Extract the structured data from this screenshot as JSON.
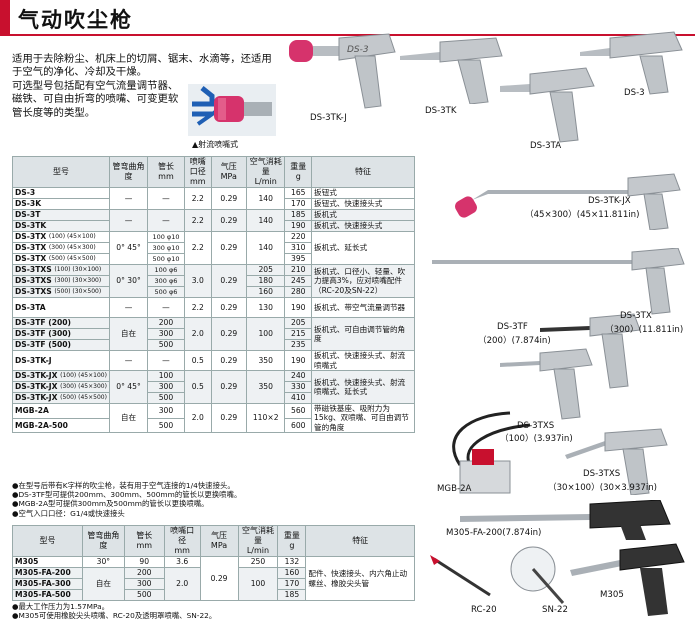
{
  "title": "气动吹尘枪",
  "intro": {
    "paragraph1": "适用于去除粉尘、机床上的切屑、锯末、水滴等，还适用于空气的净化、冷却及干燥。",
    "paragraph2": "可选型号包括配有空气流量调节器、磁铁、可自由折弯的喷嘴、可变更软管长度等的类型。",
    "nozzle_caption": "▲射流喷嘴式"
  },
  "table1": {
    "headers": {
      "model": "型号",
      "bend": "管弯曲角度",
      "length": "管长",
      "length_unit": "mm",
      "nozzle": "喷嘴口径",
      "nozzle_unit": "mm",
      "pressure": "气压",
      "pressure_unit": "MPa",
      "air": "空气消耗量",
      "air_unit": "L/min",
      "weight": "重量",
      "weight_unit": "g",
      "features": "特征"
    },
    "rows": [
      {
        "model": "DS-3",
        "weight": "165",
        "feature": "扳钮式"
      },
      {
        "model": "DS-3K",
        "weight": "170",
        "feature": "扳钮式、快速接头式"
      },
      {
        "model": "DS-3T",
        "weight": "185",
        "feature": "扳机式"
      },
      {
        "model": "DS-3TK",
        "weight": "190",
        "feature": "扳机式、快速接头式"
      },
      {
        "model": "DS-3TX",
        "size": "(100) (45×100)",
        "len": "100 φ10",
        "weight": "220"
      },
      {
        "model": "DS-3TX",
        "size": "(300) (45×300)",
        "len": "300 φ10",
        "weight": "310"
      },
      {
        "model": "DS-3TX",
        "size": "(500) (45×500)",
        "len": "500 φ10",
        "weight": "395"
      },
      {
        "model": "DS-3TXS",
        "size": "(100) (30×100)",
        "len": "100 φ6",
        "air": "205",
        "weight": "210"
      },
      {
        "model": "DS-3TXS",
        "size": "(300) (30×300)",
        "len": "300 φ6",
        "air": "180",
        "weight": "245"
      },
      {
        "model": "DS-3TXS",
        "size": "(500) (30×500)",
        "len": "500 φ6",
        "air": "160",
        "weight": "280"
      },
      {
        "model": "DS-3TA",
        "weight": "190"
      },
      {
        "model": "DS-3TF (200)",
        "len": "200",
        "weight": "205"
      },
      {
        "model": "DS-3TF (300)",
        "len": "300",
        "weight": "215"
      },
      {
        "model": "DS-3TF (500)",
        "len": "500",
        "weight": "235"
      },
      {
        "model": "DS-3TK-J",
        "weight": "190"
      },
      {
        "model": "DS-3TK-JX",
        "size": "(100) (45×100)",
        "len": "100",
        "weight": "240"
      },
      {
        "model": "DS-3TK-JX",
        "size": "(300) (45×300)",
        "len": "300",
        "weight": "330"
      },
      {
        "model": "DS-3TK-JX",
        "size": "(500) (45×500)",
        "len": "500",
        "weight": "410"
      },
      {
        "model": "MGB-2A",
        "len": "300",
        "weight": "560"
      },
      {
        "model": "MGB-2A-500",
        "len": "500",
        "weight": "600"
      }
    ],
    "groups": {
      "dash": "—",
      "ds3_nozzle": "2.2",
      "ds3_pressure": "0.29",
      "ds3_air": "140",
      "ds3t_nozzle": "2.2",
      "ds3t_pressure": "0.29",
      "ds3t_air": "140",
      "tx_bend": "0° 45°",
      "tx_nozzle": "2.2",
      "tx_pressure": "0.29",
      "tx_air": "140",
      "tx_feature": "扳机式、延长式",
      "txs_bend": "0° 30°",
      "txs_nozzle": "3.0",
      "txs_pressure": "0.29",
      "txs_feature": "扳机式、口径小、轻量、吹力提高3%，应对喷嘴配件（RC-20及SN-22）",
      "ta_nozzle": "2.2",
      "ta_pressure": "0.29",
      "ta_air": "130",
      "ta_feature": "扳机式、带空气流量调节器",
      "tf_bend": "自在",
      "tf_nozzle": "2.0",
      "tf_pressure": "0.29",
      "tf_air": "100",
      "tf_feature": "扳机式、可自由调节管的角度",
      "tkj_nozzle": "0.5",
      "tkj_pressure": "0.29",
      "tkj_air": "350",
      "tkj_feature": "扳机式、快速接头式、射流喷嘴式",
      "tkjx_bend": "0° 45°",
      "tkjx_nozzle": "0.5",
      "tkjx_pressure": "0.29",
      "tkjx_air": "350",
      "tkjx_feature": "扳机式、快速接头式、射流喷嘴式、延长式",
      "mgb_bend": "自在",
      "mgb_nozzle": "2.0",
      "mgb_pressure": "0.29",
      "mgb_air": "110×2",
      "mgb_feature": "带磁铁基座、吸附力为15kg、双喷嘴、可自由调节管的角度"
    }
  },
  "notes1": [
    "●在型号后带有K字样的吹尘枪，装有用于空气连接的1/4快速接头。",
    "●DS-3TF型可提供200mm、300mm、500mm的管长以更换喷嘴。",
    "●MGB-2A型可提供300mm及500mm的管长以更换喷嘴。",
    "●空气入口口径：G1/4或快速接头"
  ],
  "table2": {
    "headers": {
      "model": "型号",
      "bend": "管弯曲角度",
      "length": "管长",
      "length_unit": "mm",
      "nozzle": "喷嘴口径",
      "nozzle_unit": "mm",
      "pressure": "气压",
      "pressure_unit": "MPa",
      "air": "空气消耗量",
      "air_unit": "L/min",
      "weight": "重量",
      "weight_unit": "g",
      "features": "特征"
    },
    "rows": [
      {
        "model": "M305",
        "bend": "30°",
        "len": "90",
        "nozzle": "3.6",
        "air": "250",
        "weight": "132"
      },
      {
        "model": "M305-FA-200",
        "len": "200",
        "weight": "160"
      },
      {
        "model": "M305-FA-300",
        "len": "300",
        "weight": "170"
      },
      {
        "model": "M305-FA-500",
        "len": "500",
        "weight": "185"
      }
    ],
    "fa_bend": "自在",
    "fa_nozzle": "2.0",
    "pressure": "0.29",
    "fa_air": "100",
    "feature": "配件、快速接头、内六角止动螺丝、橡胶尖头管"
  },
  "notes2": [
    "●最大工作压力为1.57MPa。",
    "●M305可使用橡胶尖头喷嘴、RC-20及透明罩喷嘴、SN-22。"
  ],
  "product_labels": {
    "ds3tkj": "DS-3TK-J",
    "ds3tk": "DS-3TK",
    "ds3": "DS-3",
    "ds3ta": "DS-3TA",
    "ds3tkjx": "DS-3TK-JX",
    "ds3tkjx_size": "（45×300）(45×11.811in)",
    "ds3tx": "DS-3TX",
    "ds3tx_size": "（300）(11.811in)",
    "ds3tf": "DS-3TF",
    "ds3tf_size": "（200）(7.874in)",
    "ds3txs": "DS-3TXS",
    "ds3txs_size": "（100）(3.937in)",
    "ds3txs2": "DS-3TXS",
    "ds3txs2_size": "（30×100）(30×3.937in)",
    "mgb": "MGB-2A",
    "m305fa": "M305-FA-200(7.874in)",
    "rc20": "RC-20",
    "sn22": "SN-22",
    "m305": "M305",
    "brand_mark": "DS-3"
  },
  "colors": {
    "accent": "#c8102e",
    "nozzle_pink": "#d6336c",
    "metal": "#c4c8cc",
    "header_bg": "#dde3e6"
  }
}
